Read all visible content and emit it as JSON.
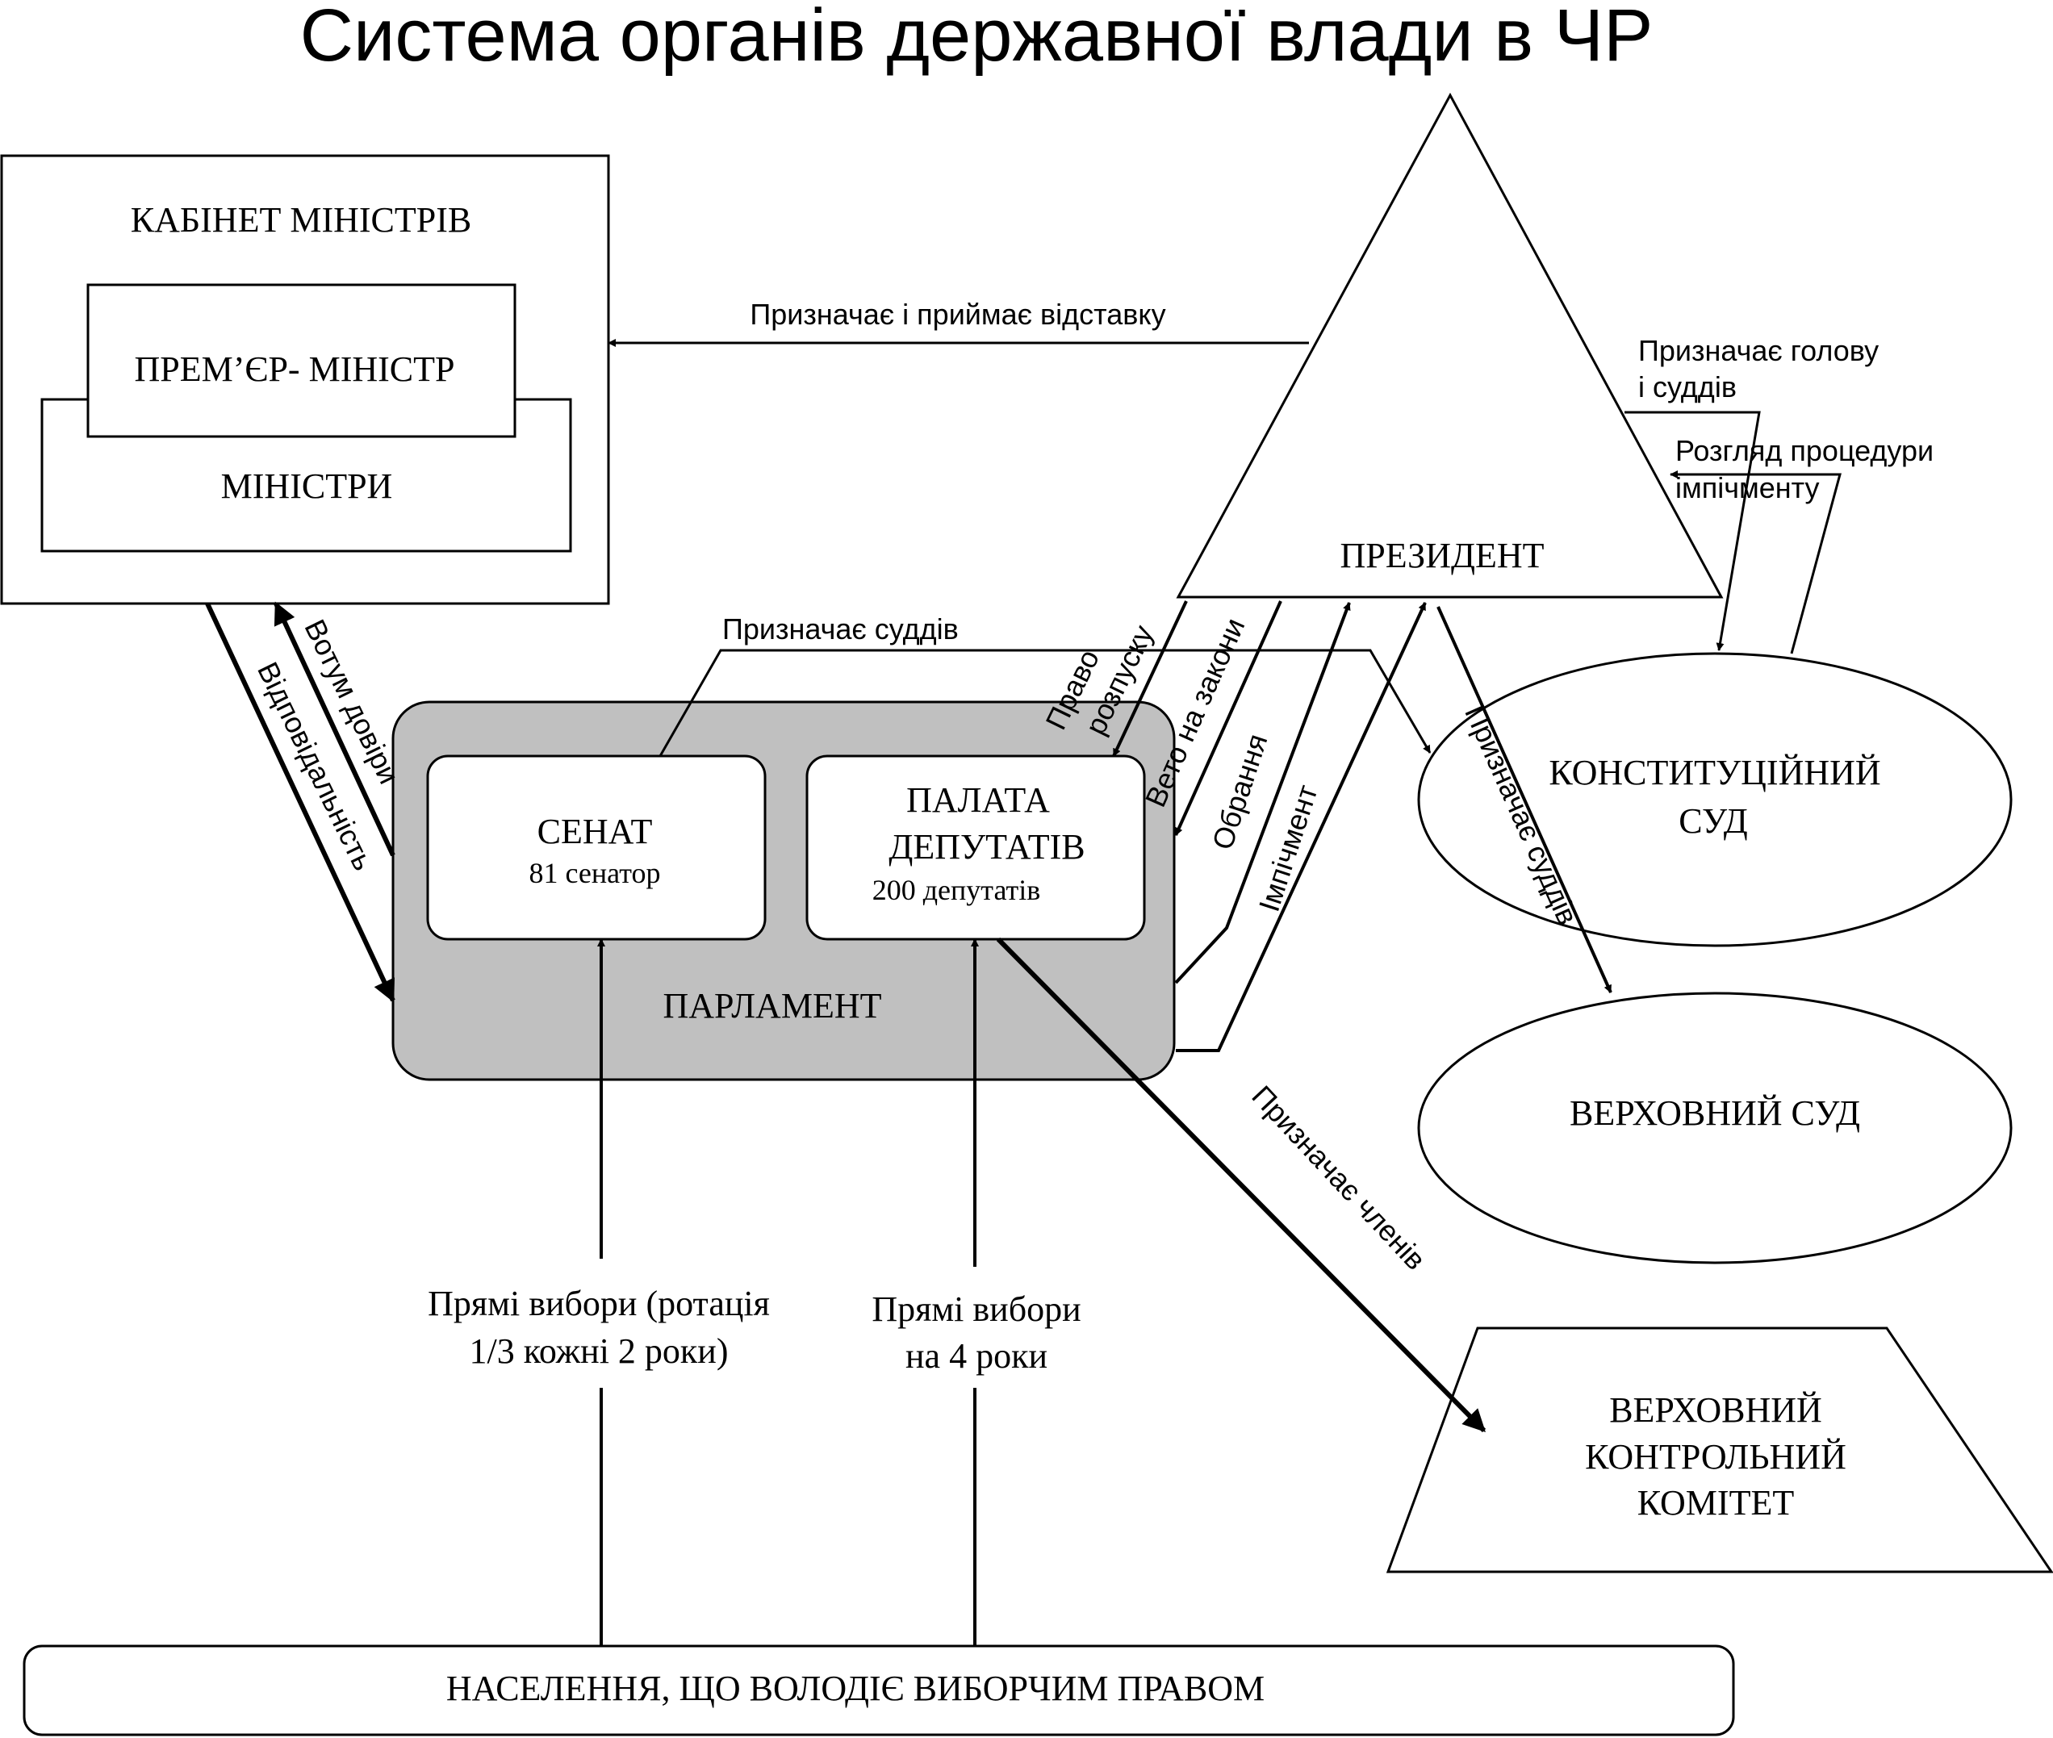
{
  "title": "Система органів державної влади в ЧР",
  "nodes": {
    "cabinet": "КАБІНЕТ МІНІСТРІВ",
    "premier": "ПРЕМ’ЄР- МІНІСТР",
    "ministers": "МІНІСТРИ",
    "president": "ПРЕЗИДЕНТ",
    "senate": "СЕНАТ",
    "senate_count": "81 сенатор",
    "chamber_line1": "ПАЛАТА",
    "chamber_line2": "ДЕПУТАТІВ",
    "chamber_count": "200 депутатів",
    "parliament": "ПАРЛАМЕНТ",
    "constitutional_court_line1": "КОНСТИТУЦІЙНИЙ",
    "constitutional_court_line2": "СУД",
    "supreme_court": "ВЕРХОВНИЙ СУД",
    "audit_line1": "ВЕРХОВНИЙ",
    "audit_line2": "КОНТРОЛЬНИЙ",
    "audit_line3": "КОМІТЕТ",
    "population": "НАСЕЛЕННЯ, ЩО ВОЛОДІЄ ВИБОРЧИМ ПРАВОМ"
  },
  "labels": {
    "appoints_dismisses": "Призначає і приймає відставку",
    "appoints_head_judges_1": "Призначає голову",
    "appoints_head_judges_2": "і суддів",
    "impeachment_review_1": "Розгляд процедури",
    "impeachment_review_2": "імпічменту",
    "senate_appoints_judges": "Призначає суддів",
    "dissolution_1": "Право",
    "dissolution_2": "розпуску",
    "veto": "Вето на закони",
    "election": "Обрання",
    "impeachment": "Імпічмент",
    "president_appoints_judges": "Призначає суддів",
    "appoints_members": "Призначає членів",
    "confidence_vote": "Вотум довіри",
    "responsibility": "Відповідальність",
    "senate_elections_1": "Прямі вибори (ротація",
    "senate_elections_2": "1/3 кожні 2 роки)",
    "chamber_elections_1": "Прямі вибори",
    "chamber_elections_2": "на 4 роки"
  }
}
